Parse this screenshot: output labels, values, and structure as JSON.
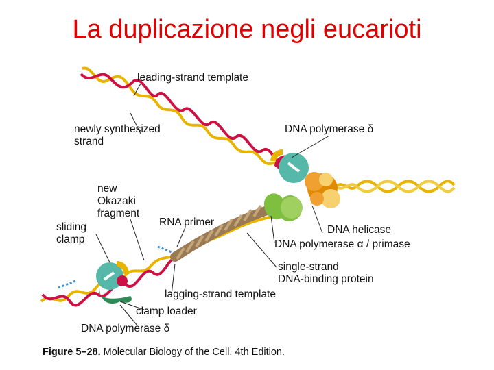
{
  "title": "La duplicazione negli eucarioti",
  "labels": {
    "leading_strand_template": "leading-strand template",
    "newly_synthesized_strand": "newly synthesized\nstrand",
    "dna_polymerase_delta_top": "DNA polymerase δ",
    "new_okazaki_fragment": "new\nOkazaki\nfragment",
    "sliding_clamp": "sliding\nclamp",
    "rna_primer": "RNA primer",
    "dna_helicase": "DNA helicase",
    "dna_polymerase_alpha_primase": "DNA polymerase α / primase",
    "single_strand_binding_protein": "single-strand\nDNA-binding protein",
    "lagging_strand_template": "lagging-strand template",
    "clamp_loader": "clamp loader",
    "dna_polymerase_delta_bottom": "DNA polymerase δ"
  },
  "caption": {
    "figure": "Figure 5–28.",
    "text": "Molecular Biology of the Cell, 4th Edition."
  },
  "colors": {
    "title": "#e00000",
    "template_strand": "#e8b400",
    "new_strand": "#cc1144",
    "polymerase": "#55b8a8",
    "helicase": "#e08a00",
    "primase": "#7fbf3f",
    "ssb_protein": "#9a7a55",
    "clamp_loader": "#2e8b57"
  }
}
